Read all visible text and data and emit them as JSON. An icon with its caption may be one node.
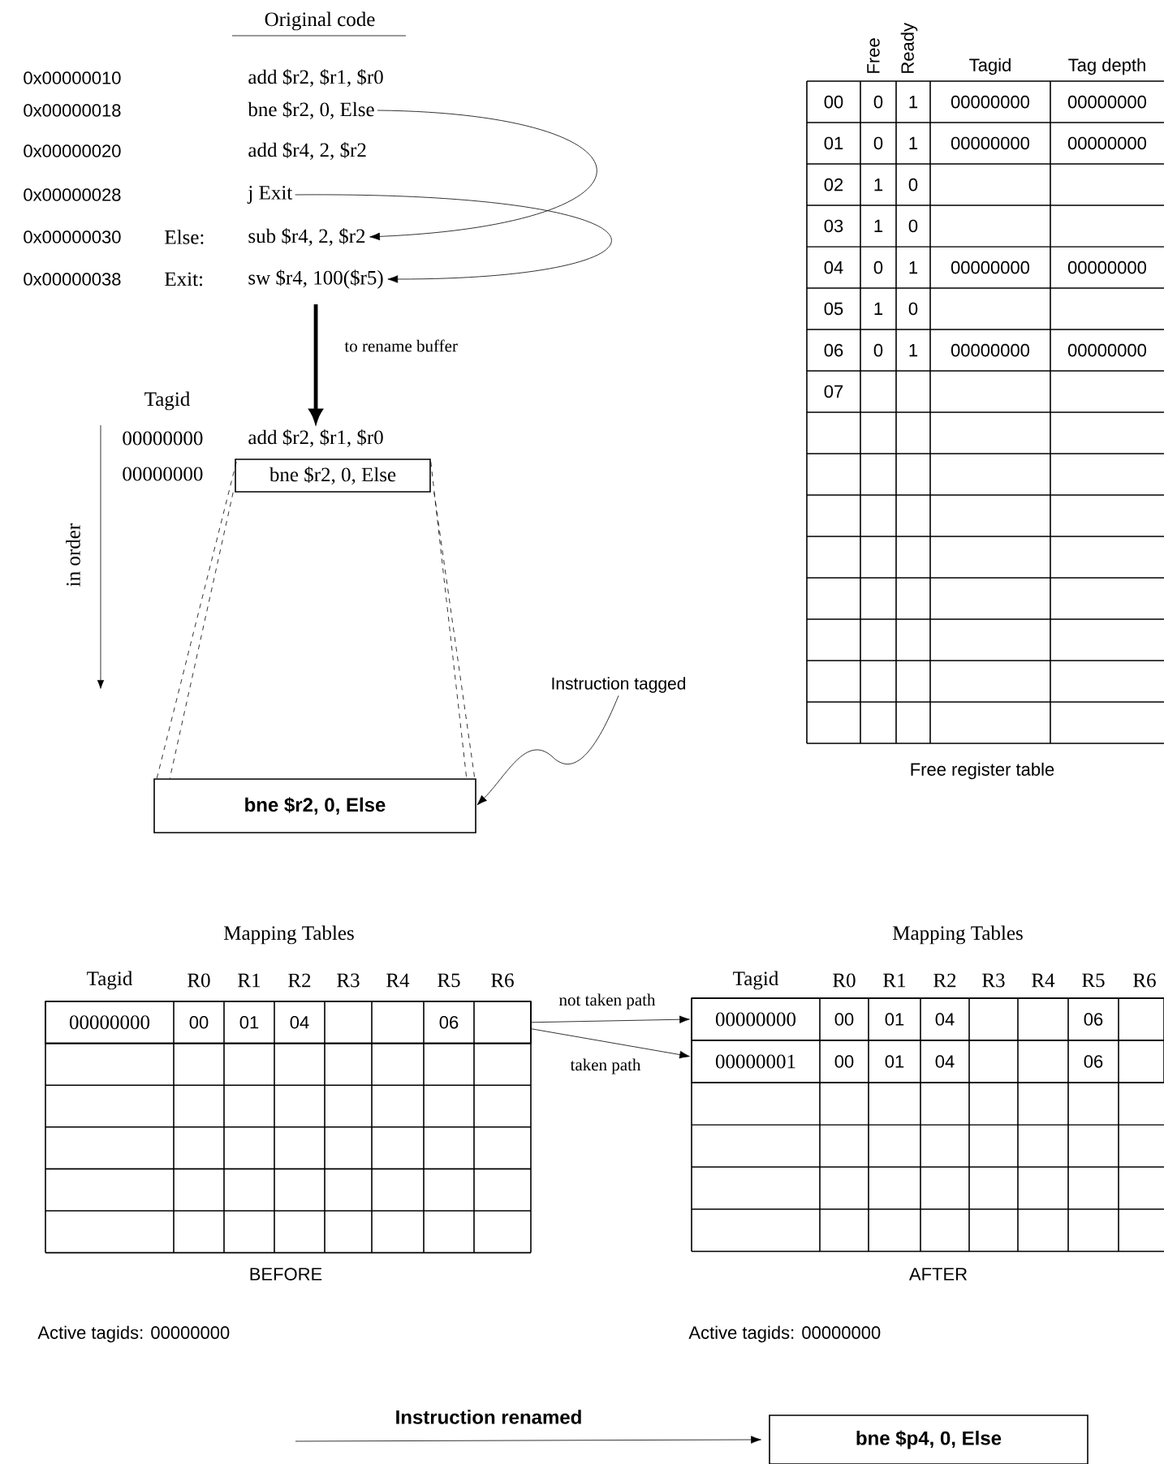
{
  "diagram": {
    "nodes": [
      {
        "text": [
          "add $r2, $r1, $r0"
        ]
      },
      {
        "text": [
          "bne $r2, 0, Else"
        ]
      },
      {
        "text": [
          "add $r4, 2, $r2"
        ]
      },
      {
        "text": [
          "j Exit"
        ]
      },
      {
        "text": [
          "sub $r4, 2, $r2"
        ]
      },
      {
        "text": [
          "sw $r4, 100($r5)"
        ]
      },
      {
        "text": [
          "add $r2, $r1, $r0"
        ]
      },
      {
        "text": [
          "bne $r2, 0, Else"
        ]
      },
      {
        "text": [
          "bne $r2, 0, Else"
        ]
      },
      {
        "text": [
          "Instruction tagged"
        ]
      },
      {
        "text": [
          "00000000",
          "00",
          "01",
          "04",
          "06"
        ]
      },
      {
        "text": [
          "00000000",
          "00",
          "01",
          "04",
          "06"
        ]
      },
      {
        "text": [
          "00000001",
          "00",
          "01",
          "04",
          "06"
        ]
      },
      {
        "text": [
          "bne $p4, 0, Else"
        ]
      }
    ],
    "edges": [
      {
        "from": 1,
        "to": 4,
        "arrow": "to"
      },
      {
        "from": 3,
        "to": 5,
        "arrow": "to"
      },
      {
        "from": 5,
        "to": 6,
        "arrow": "to",
        "style": "thick",
        "label": "to rename buffer"
      },
      {
        "from": 7,
        "to": 8,
        "arrow": "none",
        "style": "dashed"
      },
      {
        "from": 7,
        "to": 8,
        "arrow": "none",
        "style": "dashed"
      },
      {
        "from": 7,
        "to": 8,
        "arrow": "none",
        "style": "dashed"
      },
      {
        "from": 7,
        "to": 8,
        "arrow": "none",
        "style": "dashed"
      },
      {
        "from": 9,
        "to": 8,
        "arrow": "to"
      },
      {
        "from": 10,
        "to": 11,
        "arrow": "to",
        "label": "not taken path"
      },
      {
        "from": 10,
        "to": 12,
        "arrow": "to",
        "label": "taken path"
      },
      {
        "from": null,
        "to": 13,
        "arrow": "to",
        "label": "Instruction renamed"
      }
    ],
    "labels": [
      "Original code",
      "0x00000010",
      "0x00000018",
      "0x00000020",
      "0x00000028",
      "0x00000030",
      "Else:",
      "0x00000038",
      "Exit:",
      "Tagid",
      "00000000",
      "00000000",
      "in order",
      "Free",
      "Ready",
      "Tagid",
      "Tag depth",
      "00",
      "0",
      "1",
      "00000000",
      "00000000",
      "01",
      "0",
      "1",
      "00000000",
      "00000000",
      "02",
      "1",
      "0",
      "03",
      "1",
      "0",
      "04",
      "0",
      "1",
      "00000000",
      "00000000",
      "05",
      "1",
      "0",
      "06",
      "0",
      "1",
      "00000000",
      "00000000",
      "07",
      "Free register table",
      "Mapping Tables",
      "Tagid",
      "R0",
      "R1",
      "R2",
      "R3",
      "R4",
      "R5",
      "R6",
      "BEFORE",
      "Mapping Tables",
      "Tagid",
      "R0",
      "R1",
      "R2",
      "R3",
      "R4",
      "R5",
      "R6",
      "AFTER",
      "Active tagids: 00000000",
      "Active tagids: 00000000"
    ]
  }
}
